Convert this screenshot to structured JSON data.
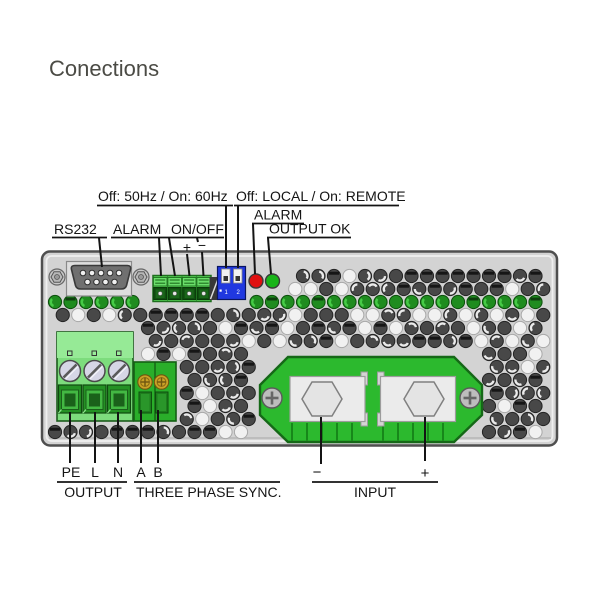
{
  "title": "Conections",
  "top_labels": {
    "rs232": "RS232",
    "alarm": "ALARM",
    "on_off": "ON/OFF",
    "plus": "+",
    "minus": "−",
    "freq_switch": "Off: 50Hz / On: 60Hz",
    "remote_switch": "Off: LOCAL / On: REMOTE",
    "alarm_led": "ALARM",
    "output_ok_led": "OUTPUT OK"
  },
  "bottom_labels": {
    "pe": "PE",
    "l": "L",
    "n": "N",
    "a": "A",
    "b": "B",
    "output": "OUTPUT",
    "three_phase": "THREE PHASE SYNC.",
    "input": "INPUT",
    "input_minus": "−",
    "input_plus": "+"
  },
  "dip_switch": {
    "s1": "1",
    "s2": "2"
  },
  "colors": {
    "panel": "#d3d3d3",
    "panel_border": "#4f4f4f",
    "panel_bevel": "#efefef",
    "hole_dark": "#484848",
    "hole_open": "#f1f1f1",
    "hole_green": "#1f8c1f",
    "pcb_green_light": "#49cf49",
    "led_red": "#e01010",
    "led_green": "#18b418",
    "dip_blue": "#2038e0",
    "terminal_green_light": "#7ddc7d",
    "terminal_green_mid": "#55d055",
    "terminal_green_dark": "#2aae2a",
    "input_plate_green": "#2cb92e",
    "screw_gold": "#c9a227",
    "metal_light": "#dedede",
    "connector_gray": "#707070"
  }
}
